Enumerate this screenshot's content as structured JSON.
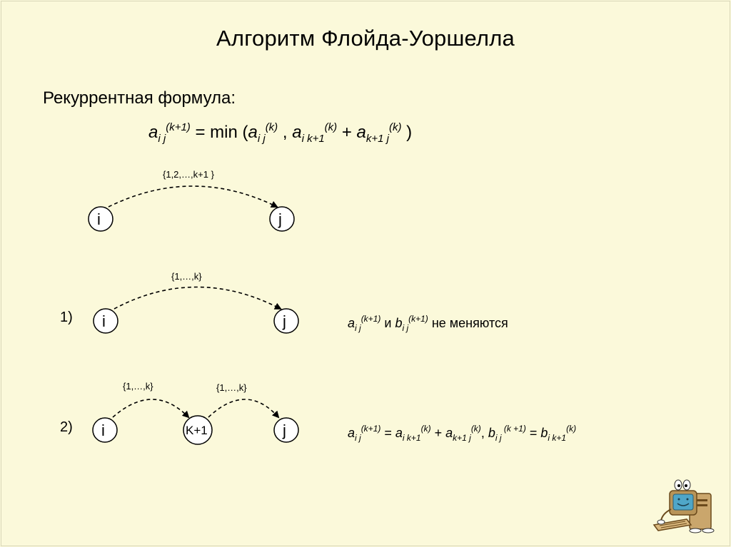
{
  "slide": {
    "title": "Алгоритм Флойда-Уоршелла",
    "subtitle": "Рекуррентная формула:"
  },
  "formula": {
    "a": "a",
    "ij_sub": "i j",
    "k1_sup": "(k+1)",
    "eq_min": " = min (",
    "k_sup": "(k)",
    "comma": " , ",
    "ik1_sub": "i k+1",
    "plus": " + ",
    "k1j_sub": "k+1 j",
    "close": " )"
  },
  "diagram": {
    "top": {
      "i": "i",
      "j": "j",
      "label": "{1,2,…,k+1 }"
    },
    "case1": {
      "number": "1)",
      "i": "i",
      "j": "j",
      "label": "{1,…,k}"
    },
    "case2": {
      "number": "2)",
      "i": "i",
      "mid": "K+1",
      "j": "j",
      "label_left": "{1,…,k}",
      "label_right": "{1,…,k}"
    }
  },
  "captions": {
    "c1": {
      "a": "a",
      "ij": "i j",
      "k1": "(k+1)",
      "and": " и ",
      "b": "b",
      "rest": " не меняются"
    },
    "c2": {
      "a": "a",
      "ij": "i j",
      "k1": "(k+1)",
      "eq": " = ",
      "ik1": "i k+1",
      "k": "(k)",
      "plus": " + ",
      "k1j": "k+1 j",
      "sep": ", ",
      "b": "b",
      "ij2": "i j",
      "k1s": " (k +1)",
      "eq2": " = ",
      "ik1b": "i k+1"
    }
  },
  "colors": {
    "background": "#fbf9da"
  },
  "icons": {
    "mascot": "computer-mascot-icon"
  }
}
